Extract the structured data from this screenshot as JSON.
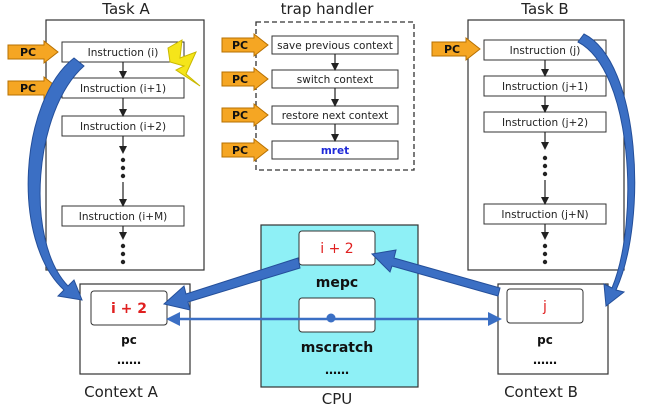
{
  "titles": {
    "task_a": "Task A",
    "trap_handler": "trap handler",
    "task_b": "Task B",
    "context_a": "Context A",
    "context_b": "Context B",
    "cpu": "CPU"
  },
  "pc_label": "PC",
  "task_a": {
    "instructions": [
      "Instruction (i)",
      "Instruction (i+1)",
      "Instruction (i+2)",
      "Instruction (i+M)"
    ]
  },
  "trap_handler": {
    "steps": [
      "save previous context",
      "switch context",
      "restore next context",
      "mret"
    ]
  },
  "task_b": {
    "instructions": [
      "Instruction (j)",
      "Instruction (j+1)",
      "Instruction (j+2)",
      "Instruction (j+N)"
    ]
  },
  "context_a": {
    "value": "i + 2",
    "reg": "pc",
    "more": "……"
  },
  "context_b": {
    "value": "j",
    "reg": "pc",
    "more": "……"
  },
  "cpu": {
    "mepc_value": "i + 2",
    "mepc_label": "mepc",
    "mscratch_label": "mscratch",
    "more": "……"
  },
  "colors": {
    "pc_arrow": "#f5a623",
    "blue_arrow": "#3b6fc4",
    "cpu_fill": "#8ef0f6",
    "red_text": "#e02020",
    "mret_text": "#1f2ad8",
    "lightning": "#f5e51a"
  }
}
